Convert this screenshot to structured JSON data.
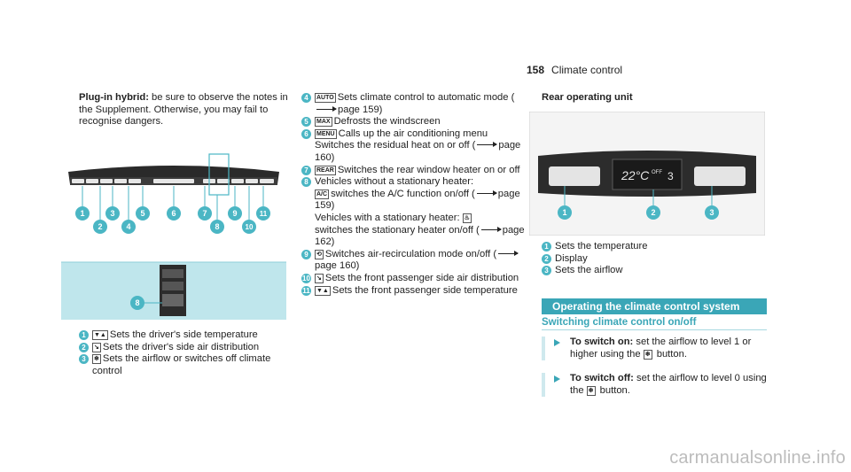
{
  "header": {
    "page_number": "158",
    "section": "Climate control"
  },
  "col1": {
    "intro_bold": "Plug-in hybrid:",
    "intro_text": " be sure to observe the notes in the Supplement. Otherwise, you may fail to recognise dangers.",
    "figure_labels": [
      "1",
      "2",
      "3",
      "4",
      "5",
      "6",
      "7",
      "8",
      "9",
      "10",
      "11"
    ],
    "items": [
      {
        "num": "1",
        "icon": "▼▲",
        "text": "Sets the driver's side temperature"
      },
      {
        "num": "2",
        "icon": "↘",
        "text": "Sets the driver's side air distribution"
      },
      {
        "num": "3",
        "icon": "❄",
        "text": "Sets the airflow or switches off climate control"
      }
    ]
  },
  "col2": {
    "items": [
      {
        "num": "4",
        "icon": "AUTO",
        "text": "Sets climate control to automatic mode (",
        "ref": "page 159)"
      },
      {
        "num": "5",
        "icon": "MAX",
        "text": "Defrosts the windscreen"
      },
      {
        "num": "6",
        "icon": "MENU",
        "text": "Calls up the air conditioning menu",
        "text2": "Switches the residual heat on or off (",
        "ref": "page 160)"
      },
      {
        "num": "7",
        "icon": "REAR",
        "text": "Switches the rear window heater on or off"
      },
      {
        "num": "8",
        "text": "Vehicles without a stationary heater:",
        "icon": "A/C",
        "text2": "switches the A/C function on/off (",
        "ref": "page 159)",
        "text3": "Vehicles with a stationary heater:",
        "icon3": "♨",
        "text4": "switches the stationary heater on/off (",
        "ref2": "page 162)"
      },
      {
        "num": "9",
        "icon": "⟲",
        "text": "Switches air-recirculation mode on/off (",
        "ref": "page 160)"
      },
      {
        "num": "10",
        "icon": "↘",
        "text": "Sets the front passenger side air distribution"
      },
      {
        "num": "11",
        "icon": "▼▲",
        "text": "Sets the front passenger side temperature"
      }
    ]
  },
  "col3": {
    "title": "Rear operating unit",
    "display_temp": "22°C",
    "display_off": "OFF",
    "display_fan": "3",
    "figure_labels": [
      "1",
      "2",
      "3"
    ],
    "items": [
      {
        "num": "1",
        "text": "Sets the temperature"
      },
      {
        "num": "2",
        "text": "Display"
      },
      {
        "num": "3",
        "text": "Sets the airflow"
      }
    ],
    "section_title": "Operating the climate control system",
    "subsection_title": "Switching climate control on/off",
    "steps": [
      {
        "bold": "To switch on:",
        "text": " set the airflow to level 1 or higher using the ",
        "icon": "❄",
        "text2": " button."
      },
      {
        "bold": "To switch off:",
        "text": " set the airflow to level 0 using the ",
        "icon": "❄",
        "text2": " button."
      }
    ]
  },
  "watermark": "carmanualsonline.info"
}
